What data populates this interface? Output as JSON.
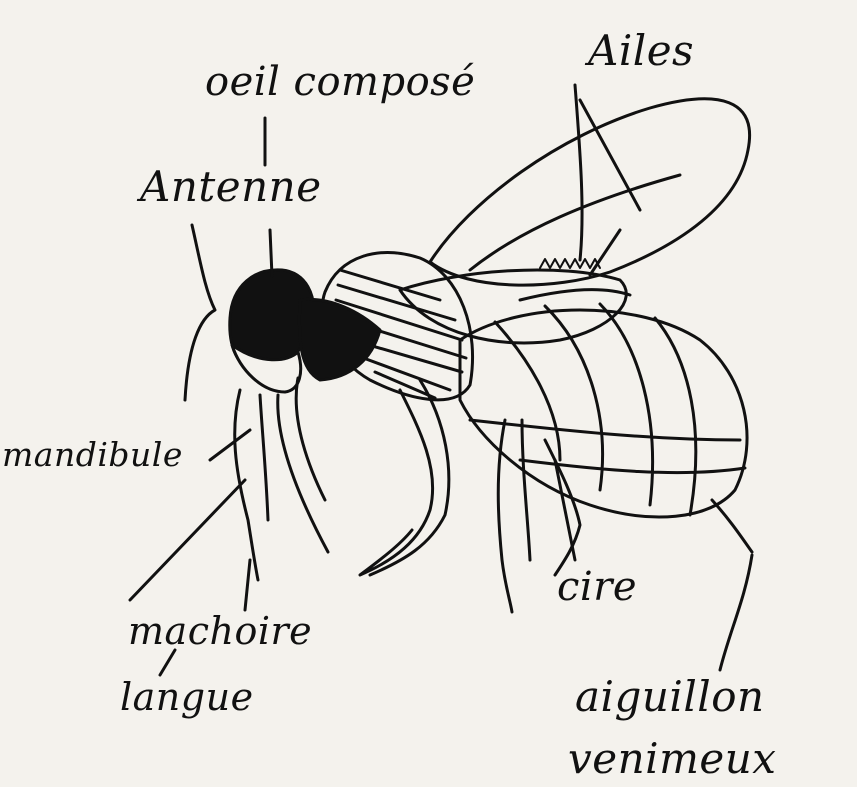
{
  "labels": {
    "oeil": "oeil composé",
    "ailes": "Ailes",
    "antenne": "Antenne",
    "mandibule": "mandibule",
    "cire": "cire",
    "machoire": "machoire",
    "langue": "langue",
    "aiguillon_1": "aiguillon",
    "aiguillon_2": "venimeux"
  },
  "colors": {
    "ink": "#111111",
    "paper": "#f4f2ed"
  }
}
